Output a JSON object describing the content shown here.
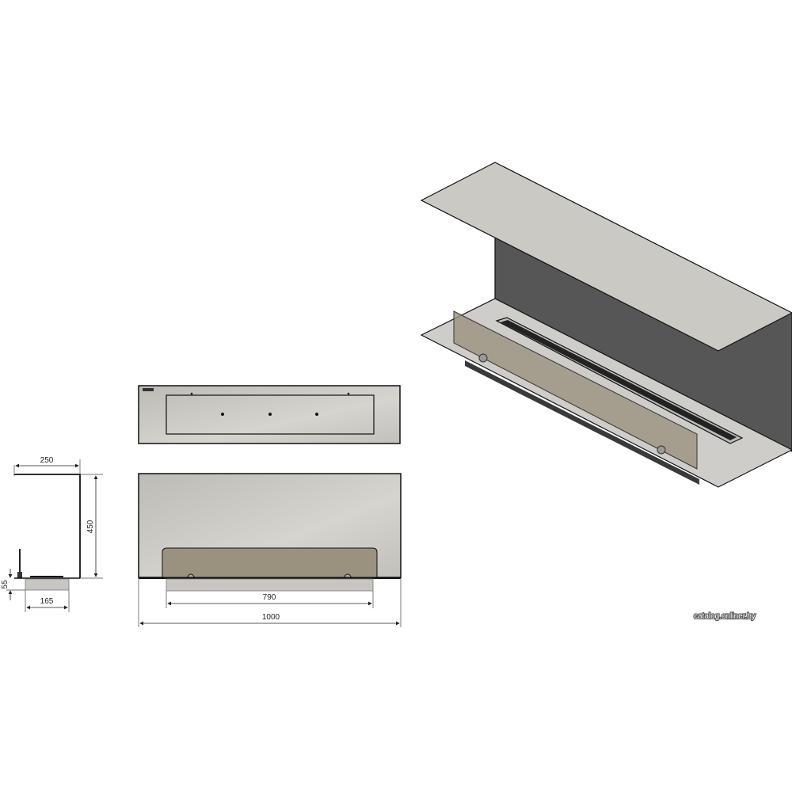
{
  "dimensions": {
    "side_depth_top": "250",
    "side_height": "450",
    "side_base_height": "55",
    "side_base_depth": "165",
    "front_burner_width": "790",
    "front_total_width": "1000"
  },
  "watermark": "catalog.onliner.by",
  "colors": {
    "panel": "#c4c2bd",
    "wall_dark": "#565656",
    "glass": "#9a927f",
    "line": "#111111"
  }
}
